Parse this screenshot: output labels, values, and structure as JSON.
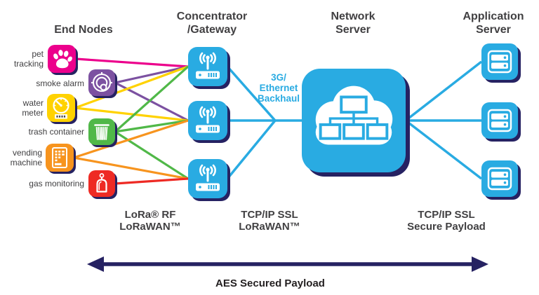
{
  "headers": {
    "end_nodes": "End Nodes",
    "concentrator": "Concentrator\n/Gateway",
    "network_server": "Network\nServer",
    "application_server": "Application\nServer"
  },
  "nodes": [
    {
      "id": "pet-tracking",
      "label": "pet tracking",
      "color": "#EC008C",
      "icon": "paw-icon"
    },
    {
      "id": "smoke-alarm",
      "label": "smoke alarm",
      "color": "#7C51A1",
      "icon": "smoke-detector-icon"
    },
    {
      "id": "water-meter",
      "label": "water meter",
      "color": "#FFD200",
      "icon": "gauge-icon"
    },
    {
      "id": "trash-container",
      "label": "trash container",
      "color": "#50B848",
      "icon": "trash-can-icon"
    },
    {
      "id": "vending-machine",
      "label": "vending machine",
      "color": "#F7941E",
      "icon": "vending-machine-icon"
    },
    {
      "id": "gas-monitoring",
      "label": "gas monitoring",
      "color": "#EE2A24",
      "icon": "gas-tank-icon"
    }
  ],
  "gateways": [
    {
      "id": "gateway-1"
    },
    {
      "id": "gateway-2"
    },
    {
      "id": "gateway-3"
    }
  ],
  "app_servers": [
    {
      "id": "app-server-1"
    },
    {
      "id": "app-server-2"
    },
    {
      "id": "app-server-3"
    }
  ],
  "labels": {
    "backhaul": "3G/\nEthernet\nBackhaul",
    "lora_rf": "LoRa® RF\nLoRaWAN™",
    "tcpip_lorawan": "TCP/IP SSL\nLoRaWAN™",
    "tcpip_secure": "TCP/IP SSL\nSecure Payload",
    "aes": "AES Secured Payload"
  },
  "colors": {
    "cyan": "#29ABE2",
    "navy_shadow": "#262262",
    "arrow": "#262262",
    "text": "#414042",
    "magenta": "#EC008C",
    "purple": "#7C51A1",
    "yellow": "#FFD200",
    "green": "#50B848",
    "orange": "#F7941E",
    "red": "#EE2A24"
  },
  "connections": [
    {
      "from": "pet-tracking",
      "to": "gateway-1",
      "color": "#EC008C"
    },
    {
      "from": "smoke-alarm",
      "to": "gateway-1",
      "color": "#7C51A1"
    },
    {
      "from": "smoke-alarm",
      "to": "gateway-2",
      "color": "#7C51A1"
    },
    {
      "from": "water-meter",
      "to": "gateway-1",
      "color": "#FFD200"
    },
    {
      "from": "water-meter",
      "to": "gateway-2",
      "color": "#FFD200"
    },
    {
      "from": "trash-container",
      "to": "gateway-1",
      "color": "#50B848"
    },
    {
      "from": "trash-container",
      "to": "gateway-2",
      "color": "#50B848"
    },
    {
      "from": "trash-container",
      "to": "gateway-3",
      "color": "#50B848"
    },
    {
      "from": "vending-machine",
      "to": "gateway-2",
      "color": "#F7941E"
    },
    {
      "from": "vending-machine",
      "to": "gateway-3",
      "color": "#F7941E"
    },
    {
      "from": "gas-monitoring",
      "to": "gateway-3",
      "color": "#EE2A24"
    },
    {
      "from": "gateway-1",
      "to": "junction",
      "color": "#29ABE2",
      "width": 3.5
    },
    {
      "from": "gateway-2",
      "to": "junction",
      "color": "#29ABE2",
      "width": 3.5
    },
    {
      "from": "gateway-3",
      "to": "junction",
      "color": "#29ABE2",
      "width": 3.5
    },
    {
      "from": "junction",
      "to": "network-server",
      "color": "#29ABE2",
      "width": 3.5
    },
    {
      "from": "network-server",
      "to": "app-server-1",
      "color": "#29ABE2",
      "width": 3.5
    },
    {
      "from": "network-server",
      "to": "app-server-2",
      "color": "#29ABE2",
      "width": 3.5
    },
    {
      "from": "network-server",
      "to": "app-server-3",
      "color": "#29ABE2",
      "width": 3.5
    }
  ]
}
